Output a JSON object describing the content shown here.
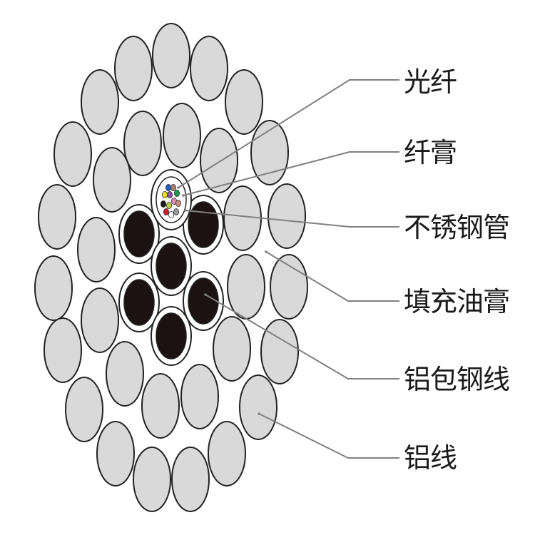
{
  "title": "OPGW cable cross-section",
  "labels": {
    "optical_fiber": "光纤",
    "fiber_gel": "纤膏",
    "stainless_steel_tube": "不锈钢管",
    "filling_grease": "填充油膏",
    "aluminum_clad_steel_wire": "铝包钢线",
    "aluminum_wire": "铝线"
  },
  "colors": {
    "aluminum_wire_fill": "#d9d9d9",
    "steel_core_fill": "#1c1212",
    "outline": "#222222",
    "leader_line": "#808080",
    "fibers": [
      "#1f5fc0",
      "#a0826a",
      "#e8e020",
      "#8a4fa8",
      "#1a9a50",
      "#d98cc0",
      "#c88a80",
      "#1a1a1a",
      "#b8d040",
      "#d01c28",
      "#ffffff",
      "#9a9a9a"
    ]
  }
}
